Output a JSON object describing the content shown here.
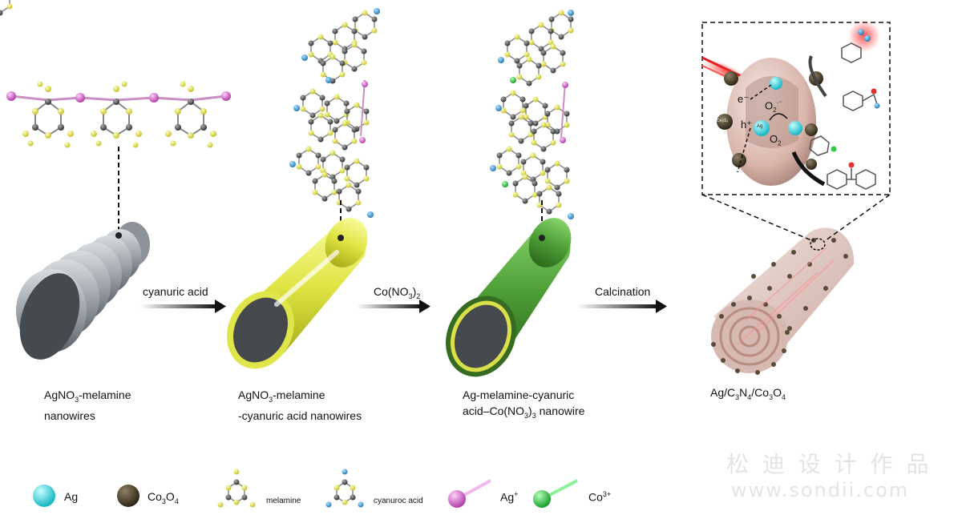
{
  "stages": [
    {
      "line1": "AgNO",
      "sub1": "3",
      "line1b": "-melamine",
      "line2": "nanowires"
    },
    {
      "line1": "AgNO",
      "sub1": "3",
      "line1b": "-melamine",
      "line2": "-cyanuric acid nanowires"
    },
    {
      "line1": "Ag-melamine-cyanuric",
      "line2a": "acid–Co(NO",
      "sub2": "3",
      "line2b": ")",
      "sub2b": "3",
      "line2c": " nanowire"
    },
    {
      "p1": "Ag/C",
      "s1": "3",
      "p2": "N",
      "s2": "4",
      "p3": "/Co",
      "s3": "3",
      "p4": "O",
      "s4": "4"
    }
  ],
  "arrows": [
    {
      "label": "cyanuric acid"
    },
    {
      "pre": "Co(NO",
      "sub": "3",
      "post": ")",
      "sub2": "2"
    },
    {
      "label": "Calcination"
    }
  ],
  "inset": {
    "e_label": "e⁻",
    "h_label": "h⁺",
    "o2_label": "O",
    "o2_sub": "2",
    "o2_minus_label": "O",
    "o2_minus_sub": "2",
    "o2_minus_sup": "·⁻",
    "ag_label": "Ag",
    "co3o4_label": "Co₃O₄"
  },
  "legend": {
    "ag": "Ag",
    "co3o4_pre": "Co",
    "co3o4_s1": "3",
    "co3o4_mid": "O",
    "co3o4_s2": "4",
    "melamine": "melamine",
    "cyanuric": "cyanuroc acid",
    "agplus": "Ag",
    "agplus_sup": "+",
    "co3plus": "Co",
    "co3plus_sup": "3+"
  },
  "watermark": {
    "cn": "松 迪 设 计 作 品",
    "url": "www.sondii.com"
  },
  "colors": {
    "melamine_atom": "#e5e24a",
    "carbon": "#555555",
    "cyanuric_end": "#3a8fc9",
    "ag_ion": "#d96bd0",
    "co_ion": "#2ecc40",
    "ag_particle": "#3fd9e0",
    "co3o4_particle": "#4a3f2c",
    "tube_yellow": "#e6ec4a",
    "tube_green": "#4fa33a",
    "tube_grey": "#9aa0a6"
  }
}
